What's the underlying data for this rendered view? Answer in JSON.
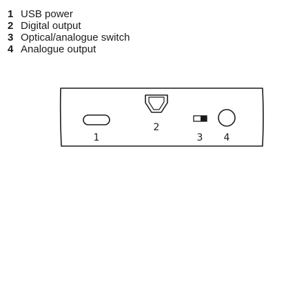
{
  "legend": [
    {
      "number": "1",
      "label": "USB power"
    },
    {
      "number": "2",
      "label": "Digital output"
    },
    {
      "number": "3",
      "label": "Optical/analogue switch"
    },
    {
      "number": "4",
      "label": "Analogue output"
    }
  ],
  "device": {
    "callouts": {
      "usb_power": "1",
      "digital_output": "2",
      "switch": "3",
      "analogue_output": "4"
    }
  },
  "colors": {
    "stroke": "#1a1a1a",
    "background": "#ffffff"
  }
}
